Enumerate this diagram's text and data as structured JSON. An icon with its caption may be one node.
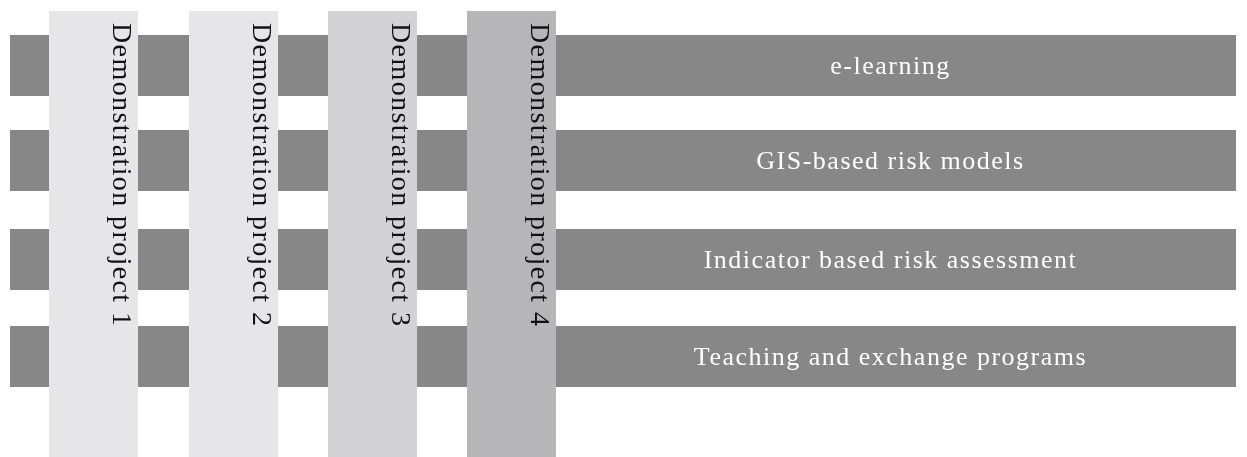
{
  "diagram": {
    "nodes": [
      {
        "text": [
          "e-learning"
        ]
      },
      {
        "text": [
          "GIS-based risk models"
        ]
      },
      {
        "text": [
          "Indicator based risk assessment"
        ]
      },
      {
        "text": [
          "Teaching and exchange programs"
        ]
      },
      {
        "text": [
          "Demonstration project 1"
        ]
      },
      {
        "text": [
          "Demonstration project 2"
        ]
      },
      {
        "text": [
          "Demonstration project 3"
        ]
      },
      {
        "text": [
          "Demonstration project 4"
        ]
      }
    ]
  }
}
